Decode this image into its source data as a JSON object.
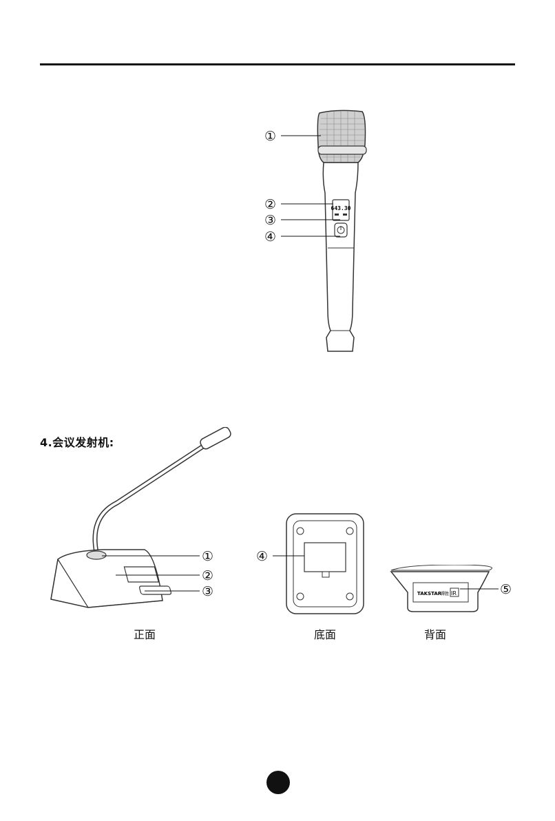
{
  "handheld": {
    "callouts": [
      "①",
      "②",
      "③",
      "④"
    ],
    "display_freq": "643.30"
  },
  "conference": {
    "heading": "4.会议发射机:",
    "front_callouts": [
      "①",
      "②",
      "③"
    ],
    "bottom_callout": "④",
    "back_callout": "⑤",
    "brand": "TAKSTAR",
    "brand_cn": "得胜",
    "ir_label": "IR",
    "captions": {
      "front": "正面",
      "bottom": "底面",
      "back": "背面"
    }
  }
}
